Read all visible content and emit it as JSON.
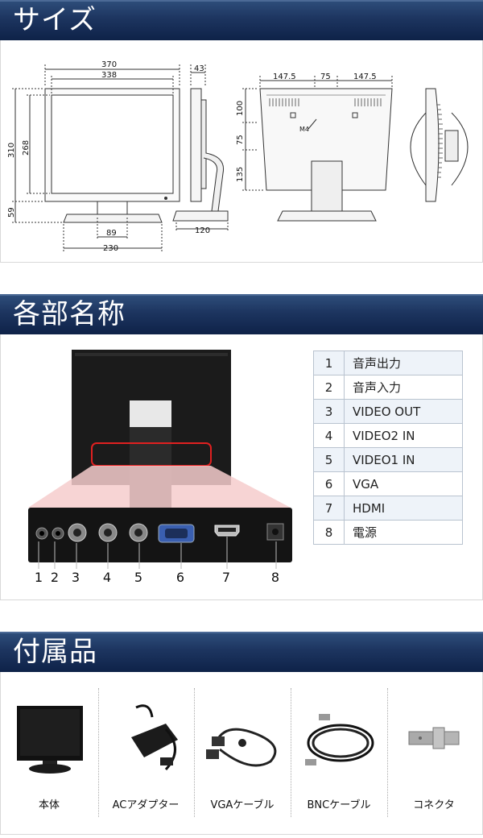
{
  "sections": {
    "size_title": "サイズ",
    "parts_title": "各部名称",
    "accessories_title": "付属品"
  },
  "dimensions": {
    "front_width_outer": "370",
    "front_width_inner": "338",
    "front_height_outer": "310",
    "front_height_inner": "268",
    "stand_height": "59",
    "stand_neck": "89",
    "stand_base": "230",
    "side_depth_top": "43",
    "side_base": "120",
    "back_left": "147.5",
    "back_mid": "75",
    "back_right": "147.5",
    "back_v1": "100",
    "back_v2": "75",
    "back_v3": "135",
    "mount_label": "M4"
  },
  "parts": [
    {
      "num": "1",
      "name": "音声出力"
    },
    {
      "num": "2",
      "name": "音声入力"
    },
    {
      "num": "3",
      "name": "VIDEO OUT"
    },
    {
      "num": "4",
      "name": "VIDEO2 IN"
    },
    {
      "num": "5",
      "name": "VIDEO1 IN"
    },
    {
      "num": "6",
      "name": "VGA"
    },
    {
      "num": "7",
      "name": "HDMI"
    },
    {
      "num": "8",
      "name": "電源"
    }
  ],
  "port_numbers": [
    "1",
    "2",
    "3",
    "4",
    "5",
    "6",
    "7",
    "8"
  ],
  "accessories": [
    {
      "label": "本体",
      "icon": "monitor-icon"
    },
    {
      "label": "ACアダプター",
      "icon": "ac-adapter-icon"
    },
    {
      "label": "VGAケーブル",
      "icon": "vga-cable-icon"
    },
    {
      "label": "BNCケーブル",
      "icon": "bnc-cable-icon"
    },
    {
      "label": "コネクタ",
      "icon": "connector-icon"
    }
  ],
  "colors": {
    "header_dark": "#0e2248",
    "header_light": "#2f4f7c",
    "highlight_red": "#e02020",
    "table_stripe": "#eef3f9"
  }
}
